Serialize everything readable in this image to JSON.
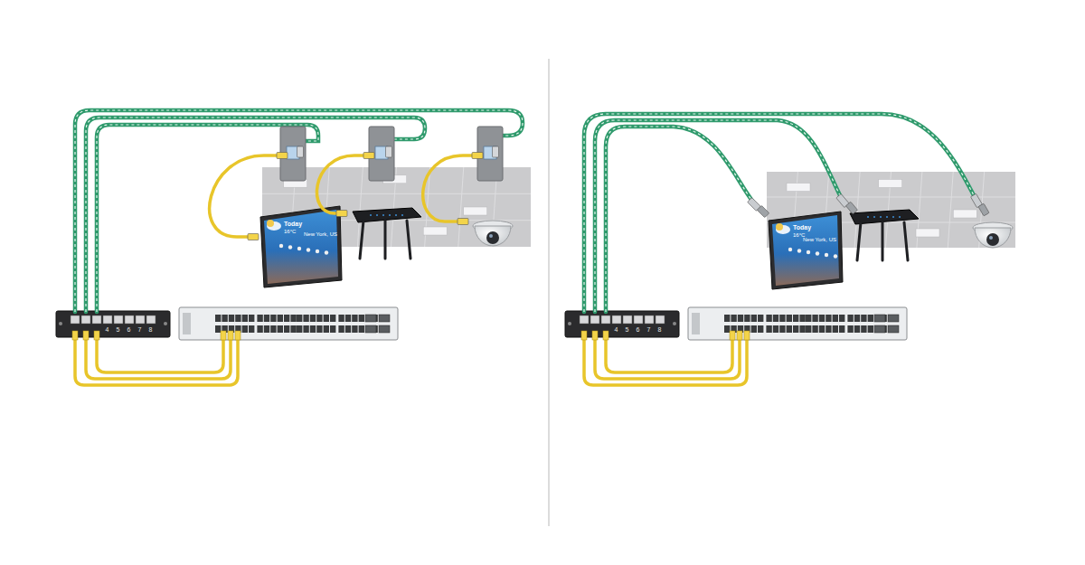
{
  "diagram": {
    "labels": [
      "4",
      "5",
      "6",
      "7",
      "8",
      "Today",
      "16°C",
      "New York, US",
      "4",
      "5",
      "6",
      "7",
      "8",
      "Today",
      "16°C",
      "New York, US"
    ]
  }
}
